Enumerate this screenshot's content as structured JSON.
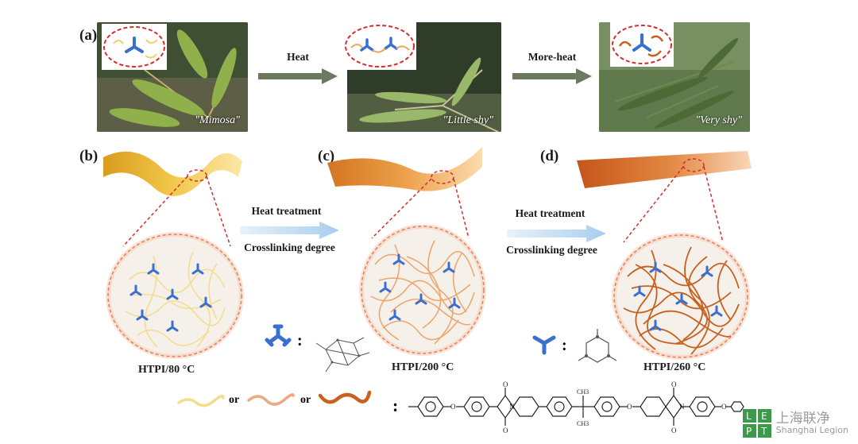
{
  "panels": {
    "a": "(a)",
    "b": "(b)",
    "c": "(c)",
    "d": "(d)"
  },
  "photos": [
    {
      "caption": "\"Mimosa\""
    },
    {
      "caption": "\"Little shy\""
    },
    {
      "caption": "\"Very shy\""
    }
  ],
  "top_arrows": {
    "first": "Heat",
    "second": "More-heat"
  },
  "mid_arrows": {
    "first_line1": "Heat treatment",
    "first_line2": "Crosslinking  degree",
    "second_line1": "Heat treatment",
    "second_line2": "Crosslinking  degree"
  },
  "samples": {
    "b": "HTPI/80 °C",
    "c": "HTPI/200 °C",
    "d": "HTPI/260 °C"
  },
  "legend": {
    "or1": "or",
    "or2": "or",
    "colon": ":",
    "colon_mol": ":"
  },
  "structure": {
    "ch3_top": "CH3",
    "ch3_bottom": "CH3"
  },
  "watermark": {
    "logo_letters": [
      "L",
      "E",
      "P",
      "T"
    ],
    "cn": "上海联净",
    "en": "Shanghai Legion"
  },
  "colors": {
    "photo_bg": "#5a7346",
    "arrow_dark": "#6b7a5e",
    "arrow_light": "#bcd7ef",
    "sheet_yellow": "#e8b53a",
    "sheet_orange": "#d98a3c",
    "sheet_dark": "#c8601e",
    "molecule_blue": "#3a6fd0",
    "dash_red": "#d92b2b"
  }
}
